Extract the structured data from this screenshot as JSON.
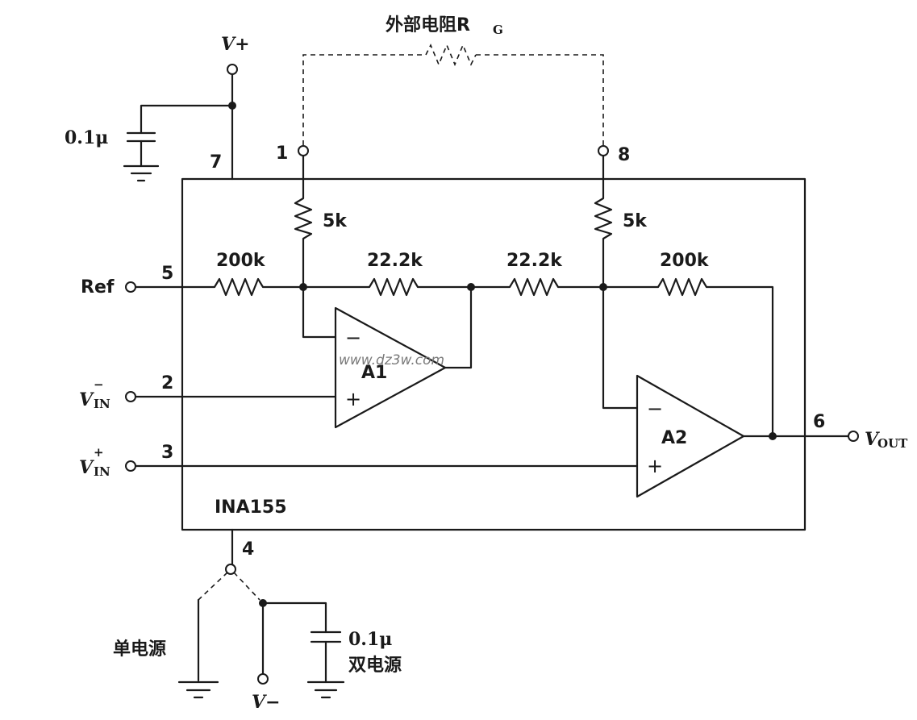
{
  "labels": {
    "rg": "外部电阻R",
    "rg_sub": "G",
    "vplus": "V+",
    "vminus": "V−",
    "cap_top": "0.1μ",
    "cap_bottom": "0.1μ",
    "ref": "Ref",
    "vin_minus": "V",
    "vin_minus_sub": "IN",
    "vin_minus_sup": "−",
    "vin_plus": "V",
    "vin_plus_sub": "IN",
    "vin_plus_sup": "+",
    "vout": "V",
    "vout_sub": "OUT",
    "chip": "INA155",
    "single_supply": "单电源",
    "dual_supply": "双电源",
    "watermark": "www.dz3w.com"
  },
  "pins": {
    "p1": "1",
    "p2": "2",
    "p3": "3",
    "p4": "4",
    "p5": "5",
    "p6": "6",
    "p7": "7",
    "p8": "8"
  },
  "resistors": {
    "r5k_left": "5k",
    "r5k_right": "5k",
    "r200k_left": "200k",
    "r22k_left": "22.2k",
    "r22k_right": "22.2k",
    "r200k_right": "200k"
  },
  "amps": {
    "a1": "A1",
    "a2": "A2",
    "minus": "−",
    "plus": "+"
  }
}
